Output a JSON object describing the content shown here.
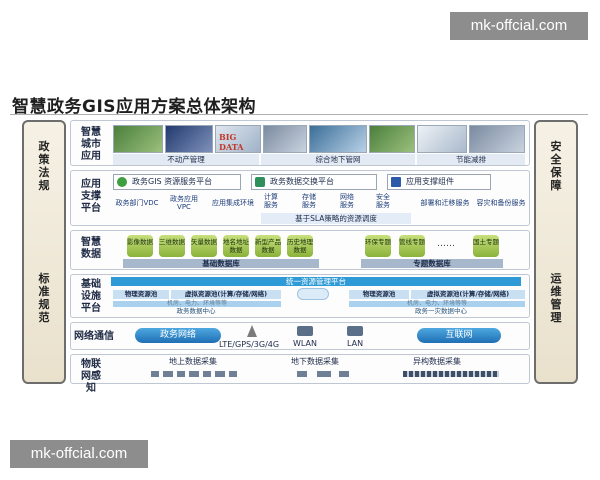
{
  "watermarks": {
    "top": "mk-offcial.com",
    "bottom": "mk-offcial.com"
  },
  "title": "智慧政务GIS应用方案总体架构",
  "side_left": {
    "top": "政策法规",
    "bottom": "标准规范"
  },
  "side_right": {
    "top": "安全保障",
    "bottom": "运维管理"
  },
  "layers": {
    "smart_city": {
      "label": "智慧城市应用",
      "apps": [
        "不动产管理",
        "综合地下管网",
        "节能减排"
      ],
      "bigdata_tile": "BIG DATA"
    },
    "support": {
      "label": "应用支撑平台",
      "platforms": [
        "政务GIS 资源服务平台",
        "政务数据交换平台",
        "应用支撑组件"
      ],
      "services": [
        "政务部门VDC",
        "政务应用VPC",
        "应用集成环境",
        "计算服务",
        "存储服务",
        "网络服务",
        "安全服务",
        "部署和迁移服务",
        "容灾和备份服务"
      ],
      "sla": "基于SLA策略的资源调度"
    },
    "data": {
      "label": "智慧数据",
      "base_items": [
        "影像数据",
        "三维数据",
        "矢量数据",
        "地名地址数据",
        "新型产品数据",
        "历史地理数据"
      ],
      "base_label": "基础数据库",
      "special_items": [
        "环保专题",
        "管线专题",
        "国土专题"
      ],
      "ellipsis": "……",
      "special_label": "专题数据库"
    },
    "infra": {
      "label": "基础设施平台",
      "unified": "统一资源管理平台",
      "pool_physical": "物理资源池",
      "pool_virtual": "虚拟资源池(计算/存储/网络)",
      "left_faded": "机房、电力、环境等等",
      "right_faded": "机房、电力、环境等等",
      "left_center": "政务数据中心",
      "right_center": "政务一灾数据中心"
    },
    "network": {
      "label": "网络通信",
      "gov_net": "政务网络",
      "mobile": "LTE/GPS/3G/4G",
      "wlan": "WLAN",
      "lan": "LAN",
      "internet": "互联网"
    },
    "iot": {
      "label": "物联网感知",
      "groups": [
        "地上数据采集",
        "地下数据采集",
        "异构数据采集"
      ]
    }
  }
}
